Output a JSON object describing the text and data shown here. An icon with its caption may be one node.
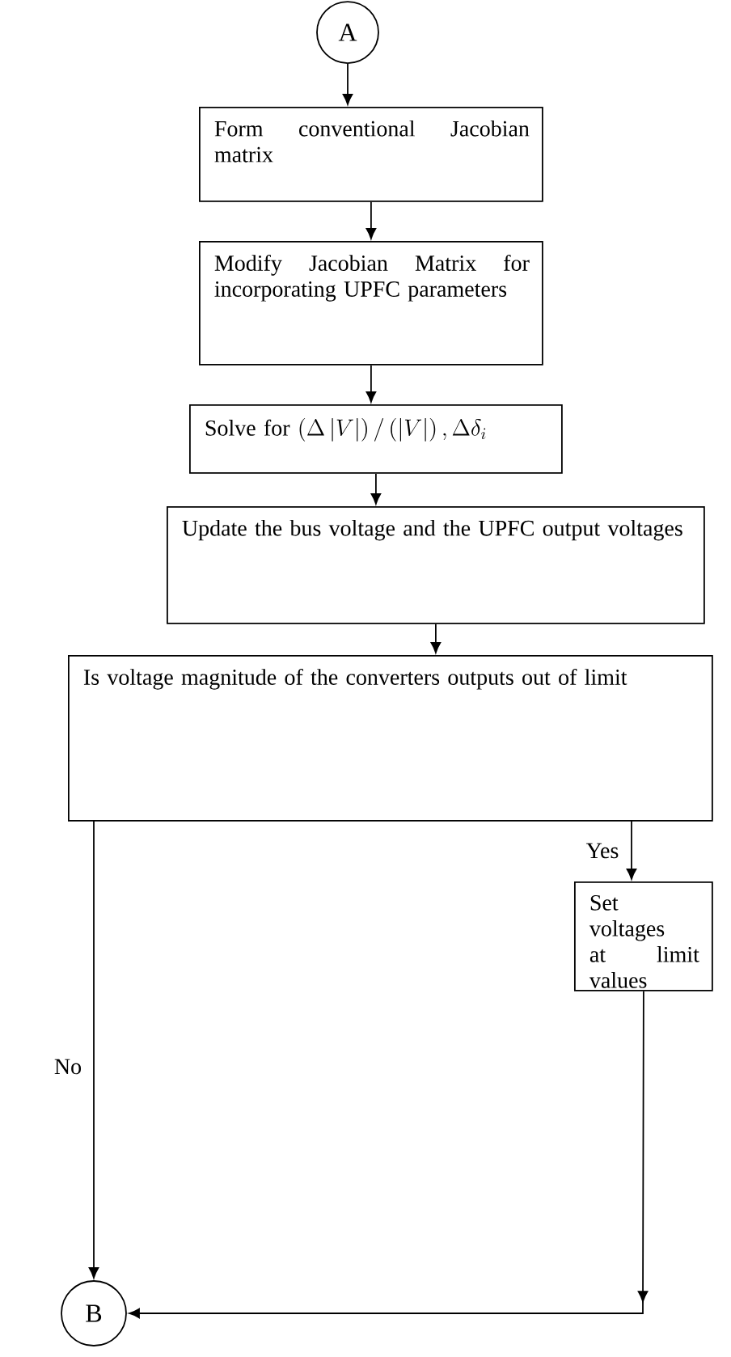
{
  "diagram": {
    "nodes": [
      {
        "text": [
          "A"
        ]
      },
      {
        "text": [
          "Form conventional Jacobian matrix"
        ]
      },
      {
        "text": [
          "Modify Jacobian Matrix for incorporating UPFC parameters"
        ]
      },
      {
        "text": [
          "Solve for",
          "\\left(\\Delta\\left|V\\right|\\right)/\\left(\\left|V\\right|\\right),\\Delta\\delta_{i}"
        ]
      },
      {
        "text": [
          "Update the bus voltage and the UPFC output voltages"
        ]
      },
      {
        "text": [
          "Is voltage magnitude of the converters outputs out of limit"
        ]
      },
      {
        "text": [
          "Set voltages at limit values"
        ]
      },
      {
        "text": [
          "B"
        ]
      }
    ],
    "edges": [
      {
        "from": 0,
        "to": 1,
        "arrow": "to"
      },
      {
        "from": 1,
        "to": 2,
        "arrow": "to"
      },
      {
        "from": 2,
        "to": 3,
        "arrow": "to"
      },
      {
        "from": 3,
        "to": 4,
        "arrow": "to"
      },
      {
        "from": 4,
        "to": 5,
        "arrow": "to"
      },
      {
        "from": 5,
        "to": 6,
        "arrow": "to",
        "label": "Yes"
      },
      {
        "from": 5,
        "to": 7,
        "arrow": "to",
        "label": "No"
      },
      {
        "from": 6,
        "to": 7,
        "arrow": "to"
      }
    ]
  }
}
